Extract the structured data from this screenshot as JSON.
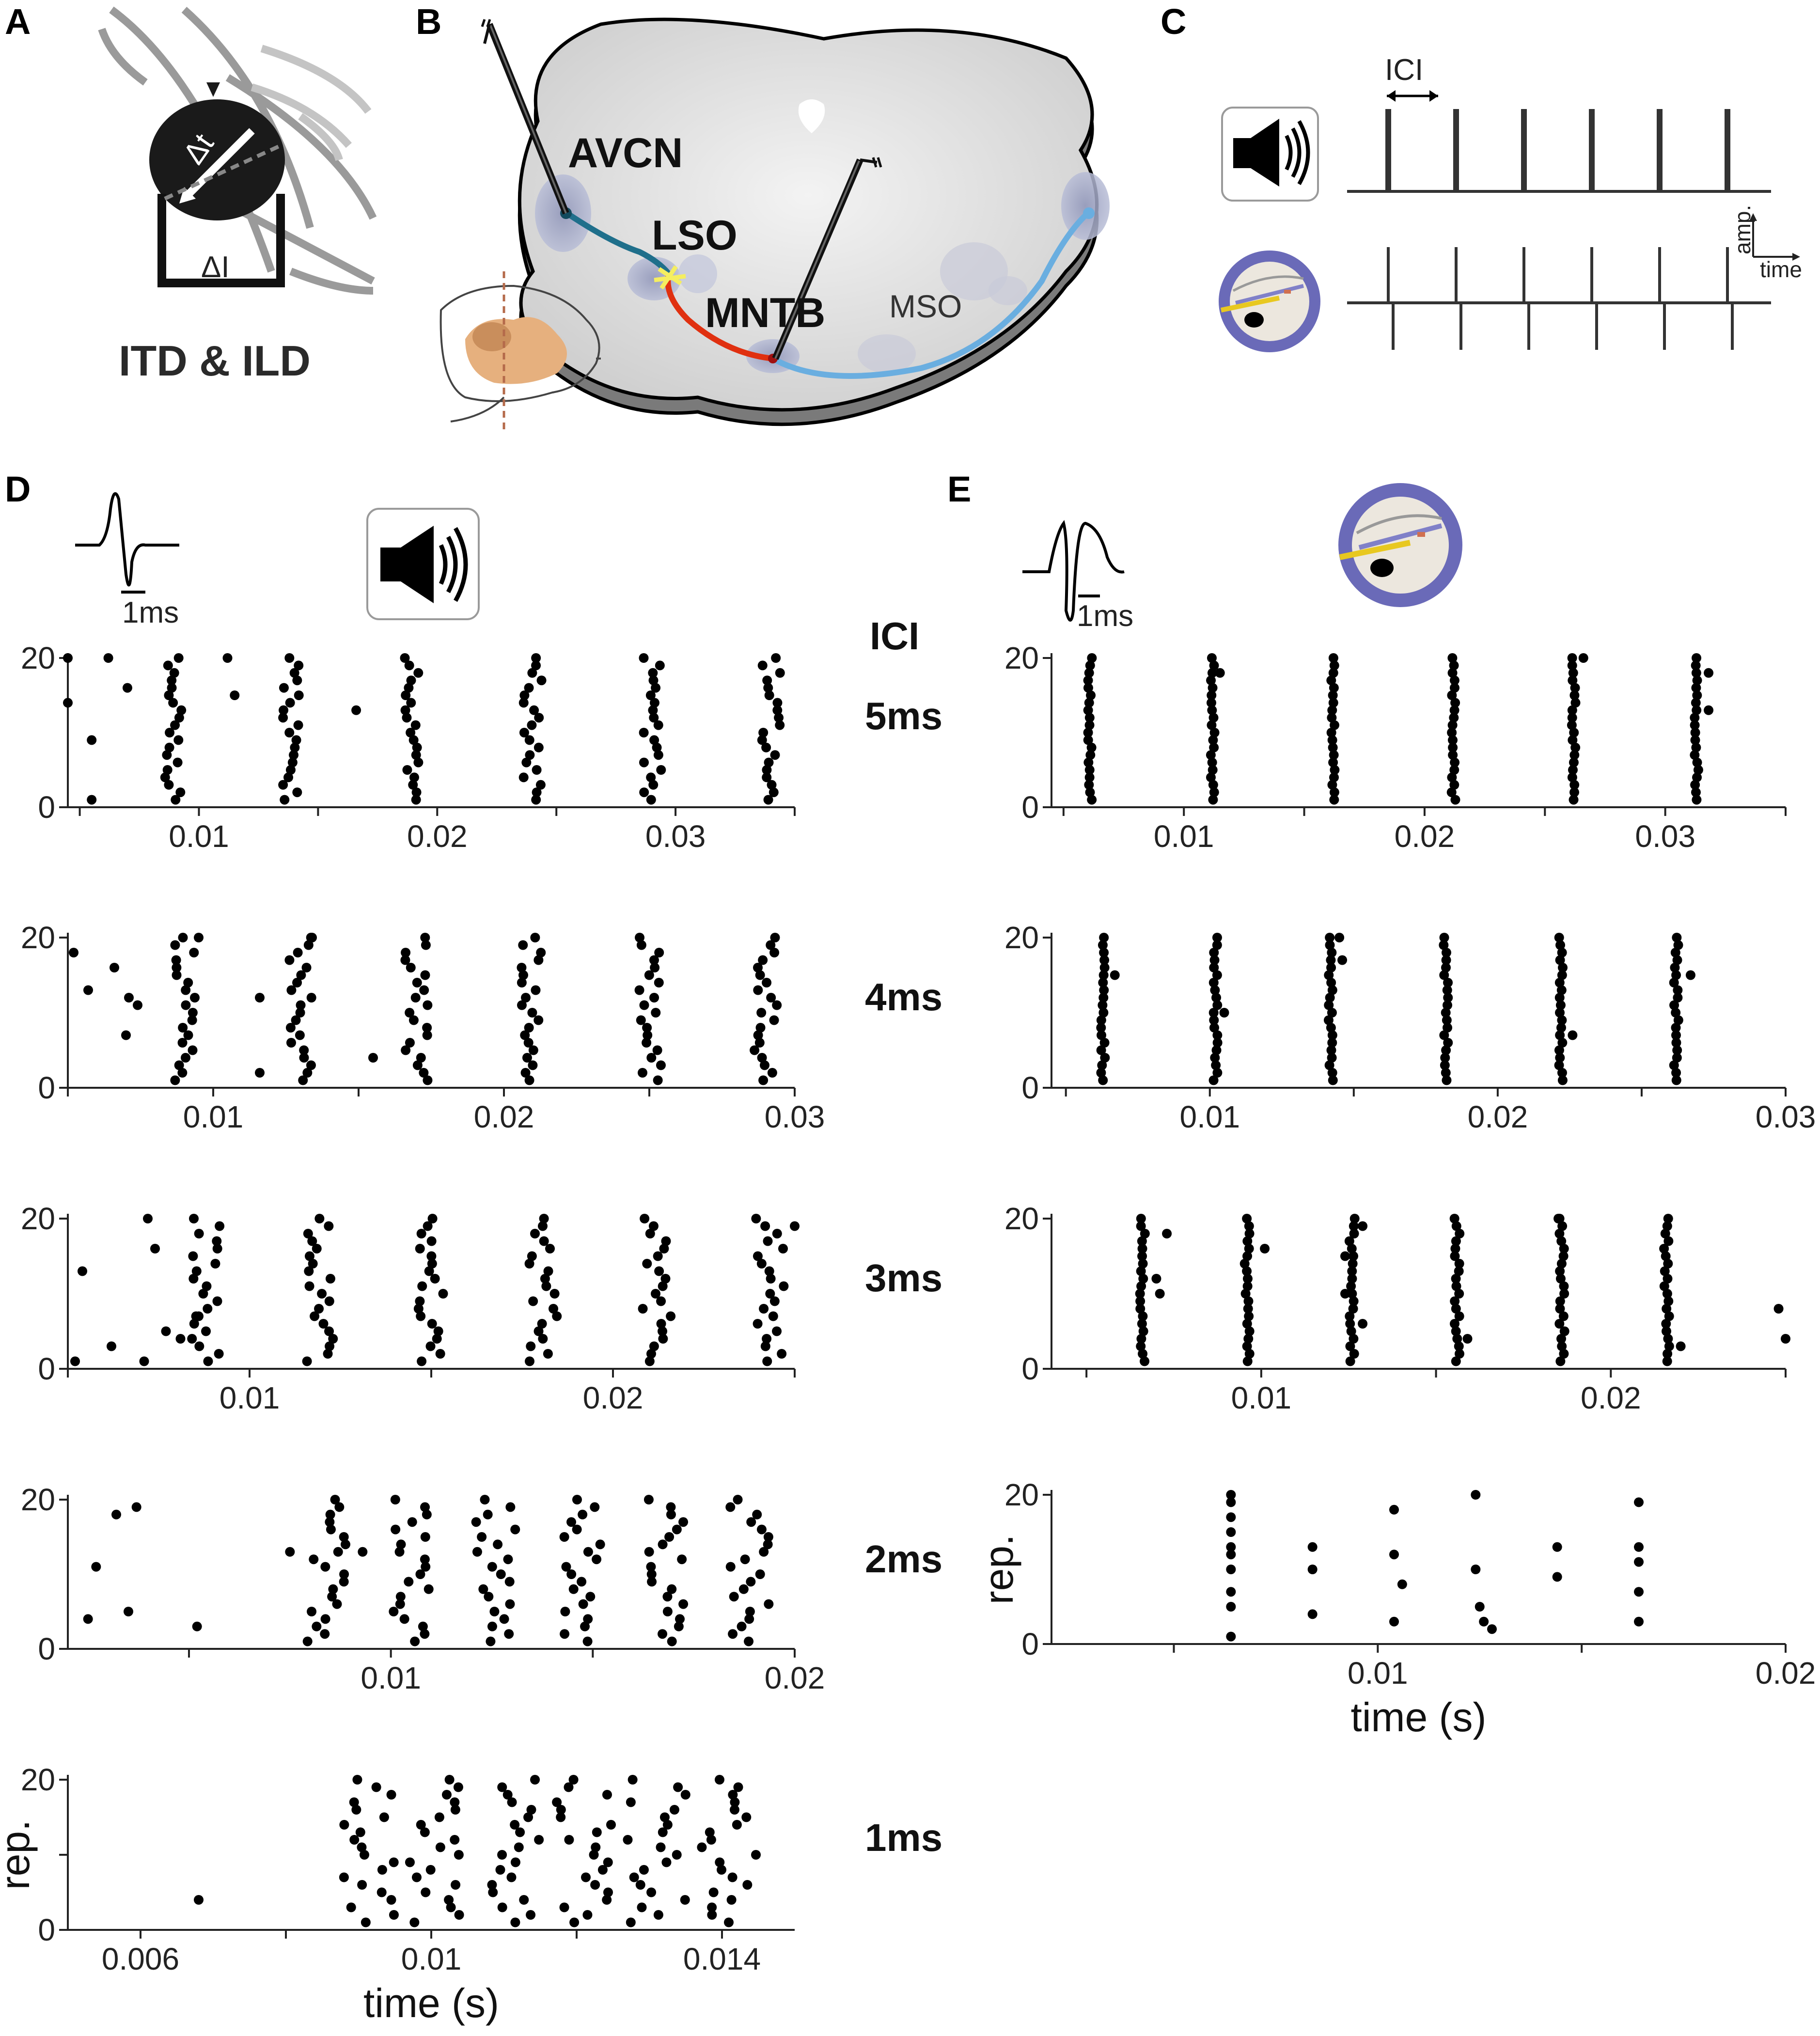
{
  "panels": {
    "a": {
      "label": "A",
      "symbols": {
        "dt": "Δt",
        "dl": "ΔI"
      },
      "caption": "ITD & ILD"
    },
    "b": {
      "label": "B",
      "nuclei": {
        "avcn": "AVCN",
        "lso": "LSO",
        "mntb": "MNTB",
        "mso": "MSO"
      },
      "colors": {
        "avcn_lso": "#1f6f8b",
        "mntb_lso": "#e03010",
        "mntb_contra": "#6aaee0",
        "synapse": "#f5ee60"
      }
    },
    "c": {
      "label": "C",
      "ici_label": "ICI",
      "amp_label": "amp.",
      "time_label": "time"
    },
    "d": {
      "label": "D",
      "scale_label": "1ms",
      "ici_header": "ICI"
    },
    "e": {
      "label": "E",
      "scale_label": "1ms"
    }
  },
  "chart_data": [
    {
      "type": "scatter",
      "panel": "D",
      "ici_label": "5ms",
      "xlim": [
        0.0045,
        0.035
      ],
      "ylim": [
        0,
        20
      ],
      "xticks": [
        0.01,
        0.02,
        0.03
      ],
      "xtick_labels": [
        "0.01",
        "0.02",
        "0.03"
      ],
      "yticks": [
        0,
        20
      ],
      "ytick_labels": [
        "0",
        "20"
      ],
      "stimulus_times": [
        0.0089,
        0.0139,
        0.0189,
        0.024,
        0.029,
        0.034
      ],
      "burst_jitter": 0.0004,
      "spontaneous": [
        [
          0.0045,
          20
        ],
        [
          0.0045,
          14
        ],
        [
          0.0055,
          9
        ],
        [
          0.0055,
          1
        ],
        [
          0.0062,
          20
        ],
        [
          0.007,
          16
        ],
        [
          0.0112,
          20
        ],
        [
          0.0115,
          15
        ],
        [
          0.0166,
          13
        ]
      ]
    },
    {
      "type": "scatter",
      "panel": "D",
      "ici_label": "4ms",
      "xlim": [
        0.005,
        0.03
      ],
      "ylim": [
        0,
        20
      ],
      "xticks": [
        0.01,
        0.02,
        0.03
      ],
      "xtick_labels": [
        "0.01",
        "0.02",
        "0.03"
      ],
      "yticks": [
        0,
        20
      ],
      "ytick_labels": [
        "0",
        "20"
      ],
      "stimulus_times": [
        0.009,
        0.013,
        0.017,
        0.021,
        0.025,
        0.029
      ],
      "burst_jitter": 0.0004,
      "spontaneous": [
        [
          0.0052,
          18
        ],
        [
          0.0057,
          13
        ],
        [
          0.0066,
          16
        ],
        [
          0.0071,
          12
        ],
        [
          0.007,
          7
        ],
        [
          0.0074,
          11
        ],
        [
          0.0116,
          12
        ],
        [
          0.0116,
          2
        ],
        [
          0.0095,
          20
        ],
        [
          0.0134,
          20
        ],
        [
          0.0155,
          4
        ]
      ]
    },
    {
      "type": "scatter",
      "panel": "D",
      "ici_label": "3ms",
      "xlim": [
        0.005,
        0.025
      ],
      "ylim": [
        0,
        20
      ],
      "xticks": [
        0.01,
        0.02
      ],
      "xtick_labels": [
        "0.01",
        "0.02"
      ],
      "yticks": [
        0,
        20
      ],
      "ytick_labels": [
        "0",
        "20"
      ],
      "stimulus_times": [
        0.0088,
        0.0119,
        0.015,
        0.0181,
        0.0212,
        0.0243
      ],
      "burst_jitter": 0.0004,
      "spontaneous": [
        [
          0.0052,
          1
        ],
        [
          0.0054,
          13
        ],
        [
          0.0062,
          3
        ],
        [
          0.0071,
          1
        ],
        [
          0.0072,
          20
        ],
        [
          0.0074,
          16
        ],
        [
          0.0077,
          5
        ],
        [
          0.0081,
          4
        ],
        [
          0.0086,
          7
        ],
        [
          0.025,
          19
        ]
      ]
    },
    {
      "type": "scatter",
      "panel": "D",
      "ici_label": "2ms",
      "xlim": [
        0.002,
        0.02
      ],
      "ylim": [
        0,
        20
      ],
      "xticks": [
        0.01,
        0.02
      ],
      "xtick_labels": [
        "0.01",
        "0.02"
      ],
      "yticks": [
        0,
        20
      ],
      "ytick_labels": [
        "0",
        "20"
      ],
      "stimulus_times": [
        0.0084,
        0.0105,
        0.0126,
        0.0147,
        0.0168,
        0.0189
      ],
      "burst_jitter": 0.0005,
      "spontaneous": [
        [
          0.0025,
          4
        ],
        [
          0.0027,
          11
        ],
        [
          0.0032,
          18
        ],
        [
          0.0035,
          5
        ],
        [
          0.0037,
          19
        ],
        [
          0.0052,
          3
        ],
        [
          0.0075,
          13
        ],
        [
          0.0093,
          13
        ]
      ]
    },
    {
      "type": "scatter",
      "panel": "D",
      "ici_label": "1ms",
      "ylabel": "rep.",
      "xlabel": "time (s)",
      "xlim": [
        0.005,
        0.015
      ],
      "ylim": [
        0,
        20
      ],
      "xticks": [
        0.006,
        0.01,
        0.014
      ],
      "xtick_labels": [
        "0.006",
        "0.01",
        "0.014"
      ],
      "yticks": [
        0,
        10,
        20
      ],
      "ytick_labels": [
        "0",
        "",
        "20"
      ],
      "stimulus_times": [
        0.0091,
        0.0101,
        0.0111,
        0.0121,
        0.0131,
        0.0141
      ],
      "burst_jitter": 0.0004,
      "spontaneous": [
        [
          0.0068,
          4
        ]
      ]
    },
    {
      "type": "scatter",
      "panel": "E",
      "ici_label": "5ms",
      "xlim": [
        0.0045,
        0.035
      ],
      "ylim": [
        0,
        20
      ],
      "xticks": [
        0.01,
        0.02,
        0.03
      ],
      "xtick_labels": [
        "0.01",
        "0.02",
        "0.03"
      ],
      "yticks": [
        0,
        20
      ],
      "ytick_labels": [
        "0",
        "20"
      ],
      "stimulus_times": [
        0.0061,
        0.0112,
        0.0162,
        0.0212,
        0.0262,
        0.0313
      ],
      "burst_jitter": 8e-05,
      "spontaneous": [
        [
          0.0115,
          18
        ],
        [
          0.0266,
          20
        ],
        [
          0.0318,
          18
        ],
        [
          0.0318,
          13
        ]
      ]
    },
    {
      "type": "scatter",
      "panel": "E",
      "ici_label": "4ms",
      "xlim": [
        0.0045,
        0.03
      ],
      "ylim": [
        0,
        20
      ],
      "xticks": [
        0.01,
        0.02,
        0.03
      ],
      "xtick_labels": [
        "0.01",
        "0.02",
        "0.03"
      ],
      "yticks": [
        0,
        20
      ],
      "ytick_labels": [
        "0",
        "20"
      ],
      "stimulus_times": [
        0.0063,
        0.0102,
        0.0142,
        0.0182,
        0.0222,
        0.0262
      ],
      "burst_jitter": 8e-05,
      "spontaneous": [
        [
          0.0067,
          15
        ],
        [
          0.0105,
          10
        ],
        [
          0.0145,
          20
        ],
        [
          0.0146,
          17
        ],
        [
          0.0226,
          7
        ],
        [
          0.0267,
          15
        ]
      ]
    },
    {
      "type": "scatter",
      "panel": "E",
      "ici_label": "3ms",
      "xlim": [
        0.004,
        0.025
      ],
      "ylim": [
        0,
        20
      ],
      "xticks": [
        0.01,
        0.02
      ],
      "xtick_labels": [
        "0.01",
        "0.02"
      ],
      "yticks": [
        0,
        20
      ],
      "ytick_labels": [
        "0",
        "20"
      ],
      "stimulus_times": [
        0.0066,
        0.0096,
        0.0126,
        0.0156,
        0.0186,
        0.0216
      ],
      "burst_jitter": 8e-05,
      "spontaneous": [
        [
          0.007,
          12
        ],
        [
          0.0071,
          10
        ],
        [
          0.0073,
          18
        ],
        [
          0.0101,
          16
        ],
        [
          0.0124,
          15
        ],
        [
          0.0124,
          10
        ],
        [
          0.0129,
          19
        ],
        [
          0.0129,
          6
        ],
        [
          0.0159,
          4
        ],
        [
          0.0185,
          20
        ],
        [
          0.022,
          3
        ],
        [
          0.0248,
          8
        ],
        [
          0.025,
          4
        ]
      ]
    },
    {
      "type": "scatter",
      "panel": "E",
      "ici_label": "2ms",
      "ylabel": "rep.",
      "xlabel": "time (s)",
      "xlim": [
        0.002,
        0.02
      ],
      "ylim": [
        0,
        20
      ],
      "xticks": [
        0.01,
        0.02
      ],
      "xtick_labels": [
        "0.01",
        "0.02"
      ],
      "yticks": [
        0,
        20
      ],
      "ytick_labels": [
        "0",
        "20"
      ],
      "points": [
        [
          0.0064,
          20
        ],
        [
          0.0064,
          19
        ],
        [
          0.0064,
          17
        ],
        [
          0.0064,
          15
        ],
        [
          0.0064,
          13
        ],
        [
          0.0064,
          12
        ],
        [
          0.0064,
          10
        ],
        [
          0.0064,
          7
        ],
        [
          0.0064,
          5
        ],
        [
          0.0064,
          1
        ],
        [
          0.0084,
          13
        ],
        [
          0.0084,
          10
        ],
        [
          0.0084,
          4
        ],
        [
          0.0104,
          18
        ],
        [
          0.0104,
          12
        ],
        [
          0.0104,
          3
        ],
        [
          0.0106,
          8
        ],
        [
          0.0124,
          20
        ],
        [
          0.0124,
          10
        ],
        [
          0.0125,
          5
        ],
        [
          0.0126,
          3
        ],
        [
          0.0128,
          2
        ],
        [
          0.0144,
          13
        ],
        [
          0.0144,
          9
        ],
        [
          0.0164,
          19
        ],
        [
          0.0164,
          13
        ],
        [
          0.0164,
          11
        ],
        [
          0.0164,
          7
        ],
        [
          0.0164,
          3
        ]
      ]
    }
  ]
}
